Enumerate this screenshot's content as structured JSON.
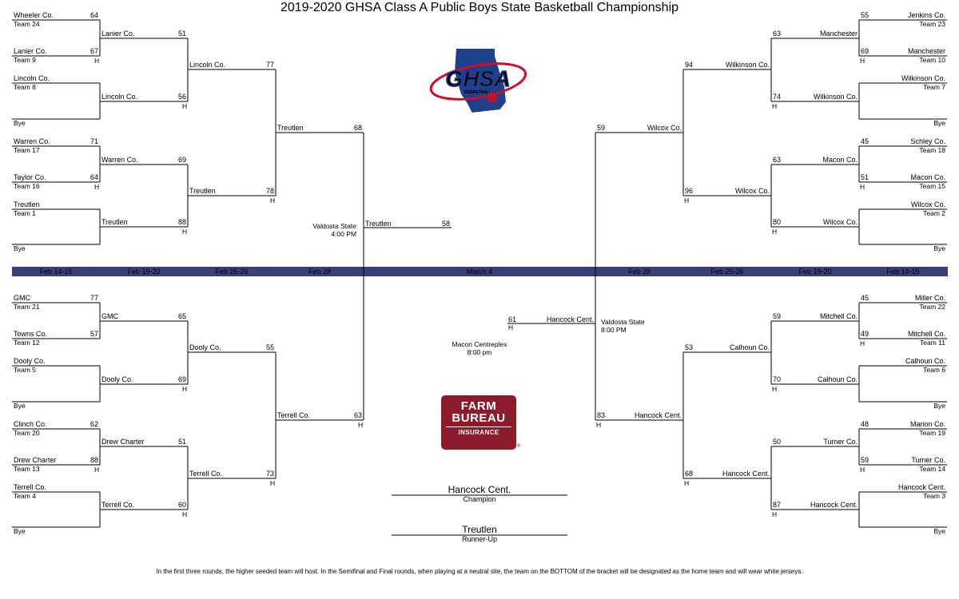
{
  "title": "2019-2020 GHSA Class A Public Boys State Basketball Championship",
  "colors": {
    "band": "#3a3f7a",
    "logo_blue": "#1e3f8a",
    "logo_red": "#c8102e",
    "farm_bureau": "#8b1a2a"
  },
  "round_dates": [
    "Feb 14-15",
    "Feb 19-20",
    "Feb 25-26",
    "Feb 28",
    "March 4",
    "Feb 28",
    "Feb 25-26",
    "Feb 19-20",
    "Feb 14-15"
  ],
  "finals": {
    "top_site": "Valdosta State",
    "top_time": "4:00 PM",
    "top_winner": "Treutlen",
    "top_winner_score": "58",
    "bottom_site": "Valdosta State",
    "bottom_time": "8:00 PM",
    "bottom_winner": "Hancock Cent.",
    "bottom_winner_score": "61",
    "center_site": "Macon Centreplex",
    "center_time": "8:00 pm",
    "home_mark": "H"
  },
  "champion": {
    "name": "Hancock Cent.",
    "label": "Champion"
  },
  "runner_up": {
    "name": "Treutlen",
    "label": "Runner-Up"
  },
  "logos": {
    "ghsa_text": "GHSA",
    "ghsa_sub": "BASKETBALL",
    "fb_line1": "FARM",
    "fb_line2": "BUREAU",
    "fb_line3": "INSURANCE",
    "fb_reg": "®"
  },
  "footer": "In the first three rounds, the higher seeded team will host. In the Semifinal and Final rounds, when playing at a neutral site, the team on the BOTTOM of the bracket will be designated as the home team and will wear white jerseys.",
  "left_top": {
    "r1": [
      {
        "t1": "Wheeler Co.",
        "s1": "Team 24",
        "sc1": "64",
        "t2": "Lanier Co.",
        "s2": "Team 9",
        "sc2": "67",
        "home": "H"
      },
      {
        "t1": "Lincoln Co.",
        "s1": "Team 8",
        "sc1": "",
        "t2": "",
        "s2": "Bye",
        "sc2": "",
        "home": ""
      },
      {
        "t1": "Warren Co.",
        "s1": "Team 17",
        "sc1": "71",
        "t2": "Taylor Co.",
        "s2": "Team 16",
        "sc2": "64",
        "home": "H"
      },
      {
        "t1": "Treutlen",
        "s1": "Team 1",
        "sc1": "",
        "t2": "",
        "s2": "Bye",
        "sc2": "",
        "home": ""
      }
    ],
    "r2": [
      {
        "t1": "Lanier Co.",
        "sc1": "51",
        "t2": "Lincoln Co.",
        "sc2": "56",
        "home": "H"
      },
      {
        "t1": "Warren Co.",
        "sc1": "69",
        "t2": "Treutlen",
        "sc2": "88",
        "home": "H"
      }
    ],
    "r3": {
      "t1": "Lincoln Co.",
      "sc1": "77",
      "t2": "Treutlen",
      "sc2": "78",
      "home": "H"
    }
  },
  "left_bottom": {
    "r1": [
      {
        "t1": "GMC",
        "s1": "Team 21",
        "sc1": "77",
        "t2": "Towns Co.",
        "s2": "Team 12",
        "sc2": "57",
        "home": ""
      },
      {
        "t1": "Dooly Co.",
        "s1": "Team 5",
        "sc1": "",
        "t2": "",
        "s2": "Bye",
        "sc2": "",
        "home": ""
      },
      {
        "t1": "Clinch Co.",
        "s1": "Team 20",
        "sc1": "62",
        "t2": "Drew Charter",
        "s2": "Team 13",
        "sc2": "88",
        "home": "H"
      },
      {
        "t1": "Terrell Co.",
        "s1": "Team 4",
        "sc1": "",
        "t2": "",
        "s2": "Bye",
        "sc2": "",
        "home": ""
      }
    ],
    "r2": [
      {
        "t1": "GMC",
        "sc1": "65",
        "t2": "Dooly Co.",
        "sc2": "69",
        "home": "H"
      },
      {
        "t1": "Drew Charter",
        "sc1": "51",
        "t2": "Terrell Co.",
        "sc2": "60",
        "home": "H"
      }
    ],
    "r3": {
      "t1": "Dooly Co.",
      "sc1": "55",
      "t2": "Terrell Co.",
      "sc2": "73",
      "home": "H"
    }
  },
  "left_semi": {
    "t1": "Treutlen",
    "sc1": "68",
    "t2": "Terrell Co.",
    "sc2": "63",
    "home": "H"
  },
  "right_top": {
    "r1": [
      {
        "t1": "Jenkins Co.",
        "s1": "Team 23",
        "sc1": "55",
        "t2": "Manchester",
        "s2": "Team 10",
        "sc2": "69",
        "home": "H"
      },
      {
        "t1": "Wilkinson Co.",
        "s1": "Team 7",
        "sc1": "",
        "t2": "",
        "s2": "Bye",
        "sc2": "",
        "home": ""
      },
      {
        "t1": "Schley Co.",
        "s1": "Team 18",
        "sc1": "45",
        "t2": "Macon Co.",
        "s2": "Team 15",
        "sc2": "51",
        "home": "H"
      },
      {
        "t1": "Wilcox Co.",
        "s1": "Team 2",
        "sc1": "",
        "t2": "",
        "s2": "Bye",
        "sc2": "",
        "home": ""
      }
    ],
    "r2": [
      {
        "t1": "Manchester",
        "sc1": "63",
        "t2": "Wilkinson Co.",
        "sc2": "74",
        "home": "H"
      },
      {
        "t1": "Macon Co.",
        "sc1": "63",
        "t2": "Wilcox Co.",
        "sc2": "80",
        "home": "H"
      }
    ],
    "r3": {
      "t1": "Wilkinson Co.",
      "sc1": "94",
      "t2": "Wilcox Co.",
      "sc2": "96",
      "home": "H"
    }
  },
  "right_bottom": {
    "r1": [
      {
        "t1": "Miller Co.",
        "s1": "Team 22",
        "sc1": "45",
        "t2": "Mitchell Co.",
        "s2": "Team 11",
        "sc2": "49",
        "home": "H"
      },
      {
        "t1": "Calhoun Co.",
        "s1": "Team 6",
        "sc1": "",
        "t2": "",
        "s2": "Bye",
        "sc2": "",
        "home": ""
      },
      {
        "t1": "Marion Co.",
        "s1": "Team 19",
        "sc1": "48",
        "t2": "Turner Co.",
        "s2": "Team 14",
        "sc2": "59",
        "home": "H"
      },
      {
        "t1": "Hancock Cent.",
        "s1": "Team 3",
        "sc1": "",
        "t2": "",
        "s2": "Bye",
        "sc2": "",
        "home": ""
      }
    ],
    "r2": [
      {
        "t1": "Mitchell Co.",
        "sc1": "59",
        "t2": "Calhoun Co.",
        "sc2": "70",
        "home": "H"
      },
      {
        "t1": "Turner Co.",
        "sc1": "50",
        "t2": "Hancock Cent.",
        "sc2": "87",
        "home": "H"
      }
    ],
    "r3": {
      "t1": "Calhoun Co.",
      "sc1": "53",
      "t2": "Hancock Cent.",
      "sc2": "68",
      "home": "H"
    }
  },
  "right_semi": {
    "t1": "Wilcox Co.",
    "sc1": "59",
    "t2": "Hancock Cent.",
    "sc2": "83",
    "home": "H"
  }
}
